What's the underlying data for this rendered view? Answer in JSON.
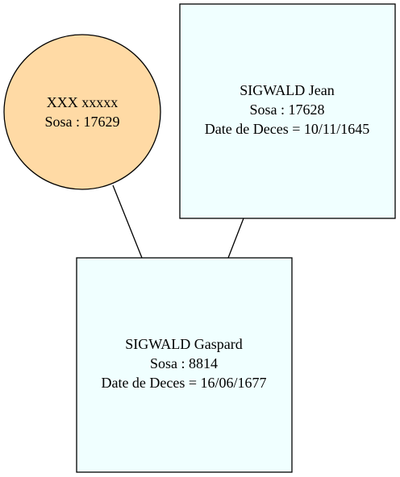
{
  "nodes": {
    "mother": {
      "name": "XXX xxxxx",
      "sosa": "Sosa : 17629",
      "shape": "ellipse",
      "fill": "#FFDAA5"
    },
    "father": {
      "name": "SIGWALD Jean",
      "sosa": "Sosa : 17628",
      "death": "Date de Deces = 10/11/1645",
      "shape": "box",
      "fill": "#F0FFFF"
    },
    "child": {
      "name": "SIGWALD Gaspard",
      "sosa": "Sosa : 8814",
      "death": "Date de Deces = 16/06/1677",
      "shape": "box",
      "fill": "#F0FFFF"
    }
  },
  "edges": [
    {
      "from": "mother",
      "to": "child"
    },
    {
      "from": "father",
      "to": "child"
    }
  ],
  "colors": {
    "stroke": "#000000"
  }
}
